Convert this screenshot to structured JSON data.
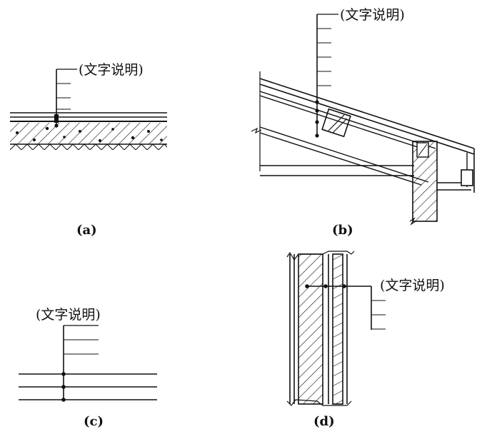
{
  "figure": {
    "panels": [
      {
        "id": "a",
        "caption": "(a)",
        "note": "(文字说明)",
        "note_lines": 4
      },
      {
        "id": "b",
        "caption": "(b)",
        "note": "(文字说明)",
        "note_lines": 6
      },
      {
        "id": "c",
        "caption": "(c)",
        "note": "(文字说明)",
        "note_lines": 3
      },
      {
        "id": "d",
        "caption": "(d)",
        "note": "(文字说明)",
        "note_lines": 4
      }
    ]
  },
  "colors": {
    "ink": "#111111",
    "background": "#ffffff"
  }
}
